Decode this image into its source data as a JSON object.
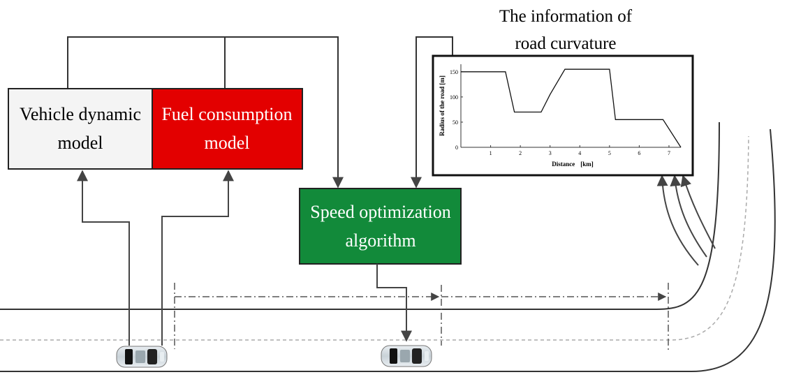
{
  "boxes": {
    "vehicle_dynamic": {
      "line1": "Vehicle dynamic",
      "line2": "model"
    },
    "fuel_consumption": {
      "line1": "Fuel consumption",
      "line2": "model",
      "fill": "#e30000"
    },
    "speed_optimization": {
      "line1": "Speed optimization",
      "line2": "algorithm",
      "fill": "#128a3a"
    }
  },
  "road_curvature_caption": {
    "line1": "The information of",
    "line2": "road curvature"
  },
  "chart_data": {
    "type": "line",
    "xlabel": "Distance",
    "xlabel_unit": "[km]",
    "ylabel": "Radius of the road",
    "ylabel_unit": "[m]",
    "xlim": [
      0,
      7.4
    ],
    "ylim": [
      0,
      165
    ],
    "xticks": [
      "1",
      "2",
      "3",
      "4",
      "5",
      "6",
      "7"
    ],
    "yticks": [
      "0",
      "50",
      "100",
      "150"
    ],
    "series": [
      {
        "x": [
          0,
          1.5,
          1.8,
          2.7,
          3.0,
          3.5,
          5.0,
          5.2,
          6.8,
          7.4
        ],
        "y": [
          150,
          150,
          70,
          70,
          105,
          155,
          155,
          55,
          55,
          0
        ]
      }
    ]
  },
  "colors": {
    "line": "#333333",
    "arrow": "#555555"
  }
}
